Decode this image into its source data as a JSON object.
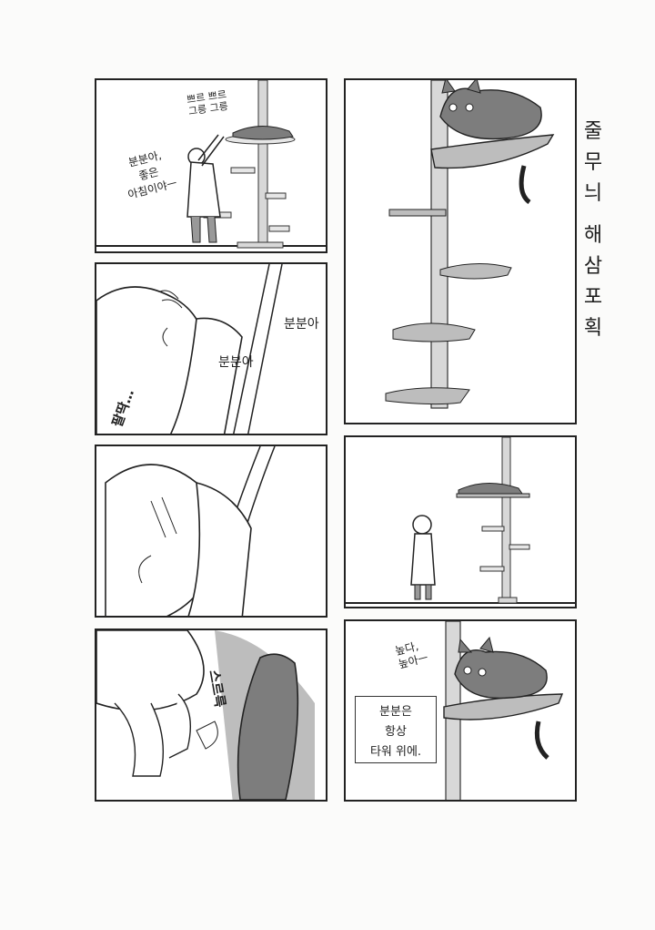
{
  "title_chars": [
    "줄",
    "무",
    "늬",
    " ",
    "해",
    "삼",
    "포",
    "획"
  ],
  "panel1": {
    "sfx_rub": "쁘르 쁘르\n그릉 그릉",
    "speech": "분분아,\n좋은\n아침이야ㅡ"
  },
  "panel2": {
    "call_a": "분분아",
    "call_b": "분분아",
    "sfx": "팔딱…"
  },
  "panel6": {
    "speech": "높다,\n높아ㅡ",
    "caption": "분분은\n항상\n타워 위에."
  },
  "panel8": {
    "sfx": "스르륵"
  },
  "colors": {
    "ink": "#222222",
    "cat_gray": "#7d7d7d",
    "tone_gray": "#bdbdbd",
    "pole": "#d8d8d8"
  }
}
